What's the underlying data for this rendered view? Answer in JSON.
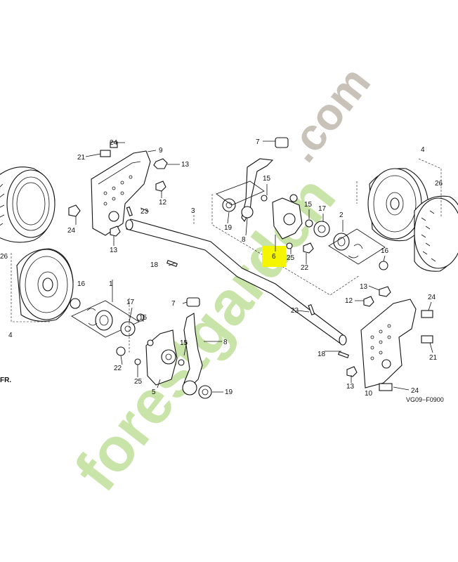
{
  "diagram": {
    "reference_code": "VG09−F0900",
    "direction_marker": "FR.",
    "highlighted_part": "6",
    "watermark": {
      "brand": "forestgarden",
      "domain": ".com",
      "colors": {
        "green": "#c9e4a8",
        "orange": "#f2b46b",
        "gray": "#c8c2b8"
      }
    },
    "callouts": [
      {
        "id": "c24a",
        "label": "24"
      },
      {
        "id": "c21a",
        "label": "21"
      },
      {
        "id": "c9",
        "label": "9"
      },
      {
        "id": "c13a",
        "label": "13"
      },
      {
        "id": "c12a",
        "label": "12"
      },
      {
        "id": "c24b",
        "label": "24"
      },
      {
        "id": "c13b",
        "label": "13"
      },
      {
        "id": "c23a",
        "label": "23"
      },
      {
        "id": "c3",
        "label": "3"
      },
      {
        "id": "c26a",
        "label": "26"
      },
      {
        "id": "c18a",
        "label": "18"
      },
      {
        "id": "c16a",
        "label": "16"
      },
      {
        "id": "c1",
        "label": "1"
      },
      {
        "id": "c4a",
        "label": "4"
      },
      {
        "id": "c17a",
        "label": "17"
      },
      {
        "id": "c15a",
        "label": "15"
      },
      {
        "id": "c7a",
        "label": "7"
      },
      {
        "id": "c22a",
        "label": "22"
      },
      {
        "id": "c25a",
        "label": "25"
      },
      {
        "id": "c5",
        "label": "5"
      },
      {
        "id": "c15b",
        "label": "15"
      },
      {
        "id": "c8a",
        "label": "8"
      },
      {
        "id": "c19a",
        "label": "19"
      },
      {
        "id": "c7b",
        "label": "7"
      },
      {
        "id": "c15c",
        "label": "15"
      },
      {
        "id": "c19b",
        "label": "19"
      },
      {
        "id": "c8b",
        "label": "8"
      },
      {
        "id": "c6",
        "label": "6"
      },
      {
        "id": "c25b",
        "label": "25"
      },
      {
        "id": "c15d",
        "label": "15"
      },
      {
        "id": "c17b",
        "label": "17"
      },
      {
        "id": "c22b",
        "label": "22"
      },
      {
        "id": "c2",
        "label": "2"
      },
      {
        "id": "c16b",
        "label": "16"
      },
      {
        "id": "c4b",
        "label": "4"
      },
      {
        "id": "c26b",
        "label": "26"
      },
      {
        "id": "c13c",
        "label": "13"
      },
      {
        "id": "c12b",
        "label": "12"
      },
      {
        "id": "c24c",
        "label": "24"
      },
      {
        "id": "c23b",
        "label": "23"
      },
      {
        "id": "c18b",
        "label": "18"
      },
      {
        "id": "c21b",
        "label": "21"
      },
      {
        "id": "c13d",
        "label": "13"
      },
      {
        "id": "c10",
        "label": "10"
      },
      {
        "id": "c24d",
        "label": "24"
      }
    ]
  }
}
